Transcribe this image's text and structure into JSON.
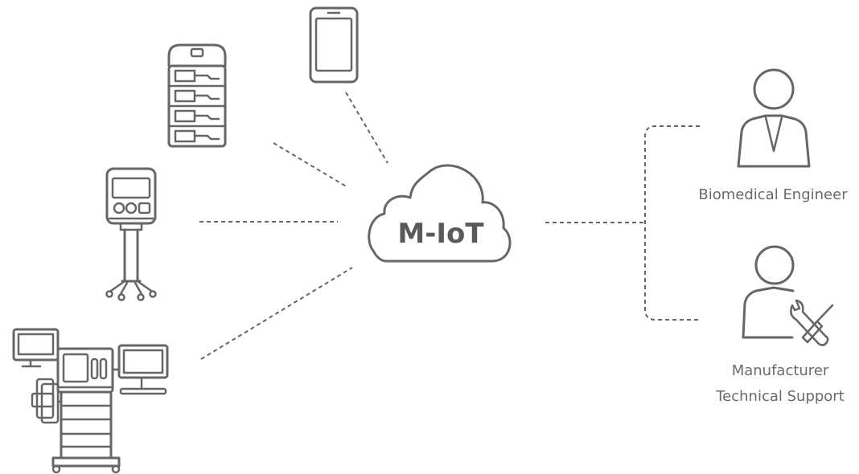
{
  "cloud": {
    "label": "M-IoT",
    "icon": "cloud-icon"
  },
  "devices": [
    {
      "name": "tablet",
      "icon": "tablet-icon"
    },
    {
      "name": "infusion-pump-stack",
      "icon": "infusion-pump-icon"
    },
    {
      "name": "ventilator",
      "icon": "ventilator-icon"
    },
    {
      "name": "anesthesia-workstation",
      "icon": "anesthesia-workstation-icon"
    }
  ],
  "roles": {
    "biomedical_engineer": {
      "label": "Biomedical Engineer",
      "icon": "engineer-person-icon"
    },
    "technical_support": {
      "label_line1": "Manufacturer",
      "label_line2": "Technical Support",
      "icon": "technician-person-icon"
    }
  },
  "colors": {
    "stroke": "#666666",
    "text": "#6a6a6a",
    "background": "#ffffff"
  }
}
